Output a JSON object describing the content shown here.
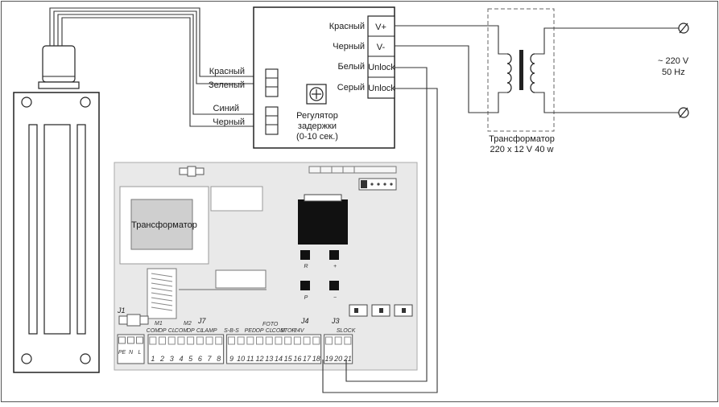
{
  "wire_labels": {
    "red_left": "Красный",
    "green": "Зеленый",
    "blue": "Синий",
    "black_left": "Черный",
    "red_right": "Красный",
    "black_right": "Черный",
    "white": "Белый",
    "gray": "Серый"
  },
  "controller": {
    "terminals": [
      "V+",
      "V-",
      "Unlock",
      "Unlock"
    ],
    "regulator_line1": "Регулятор",
    "regulator_line2": "задержки",
    "regulator_line3": "(0-10 сек.)"
  },
  "power": {
    "voltage": "~ 220 V",
    "frequency": "50 Hz"
  },
  "transformer": {
    "caption_line1": "Трансформатор",
    "caption_line2": "220 x 12 V 40 w"
  },
  "board": {
    "transformer_label": "Трансформатор",
    "button_labels": [
      "R",
      "+",
      "P",
      "−"
    ],
    "jumper_labels": [
      "J1",
      "J7",
      "J4",
      "J3"
    ],
    "motor_labels": [
      "M1",
      "M2"
    ],
    "foto_label": "FOTO",
    "pin_groups": [
      {
        "labels": [
          "PE",
          "N",
          "L"
        ]
      },
      {
        "labels": [
          "COM",
          "OP",
          "CL",
          "COM",
          "OP",
          "CL",
          "LAMP"
        ]
      },
      {
        "labels": [
          "S-B-S",
          "PED",
          "OP",
          "CL",
          "COM",
          "STOP",
          "+24V"
        ]
      },
      {
        "labels": [
          "S",
          "LOCK"
        ]
      }
    ],
    "terminal_numbers": [
      "1",
      "2",
      "3",
      "4",
      "5",
      "6",
      "7",
      "8",
      "9",
      "10",
      "11",
      "12",
      "13",
      "14",
      "15",
      "16",
      "17",
      "18",
      "19",
      "20",
      "21"
    ]
  }
}
